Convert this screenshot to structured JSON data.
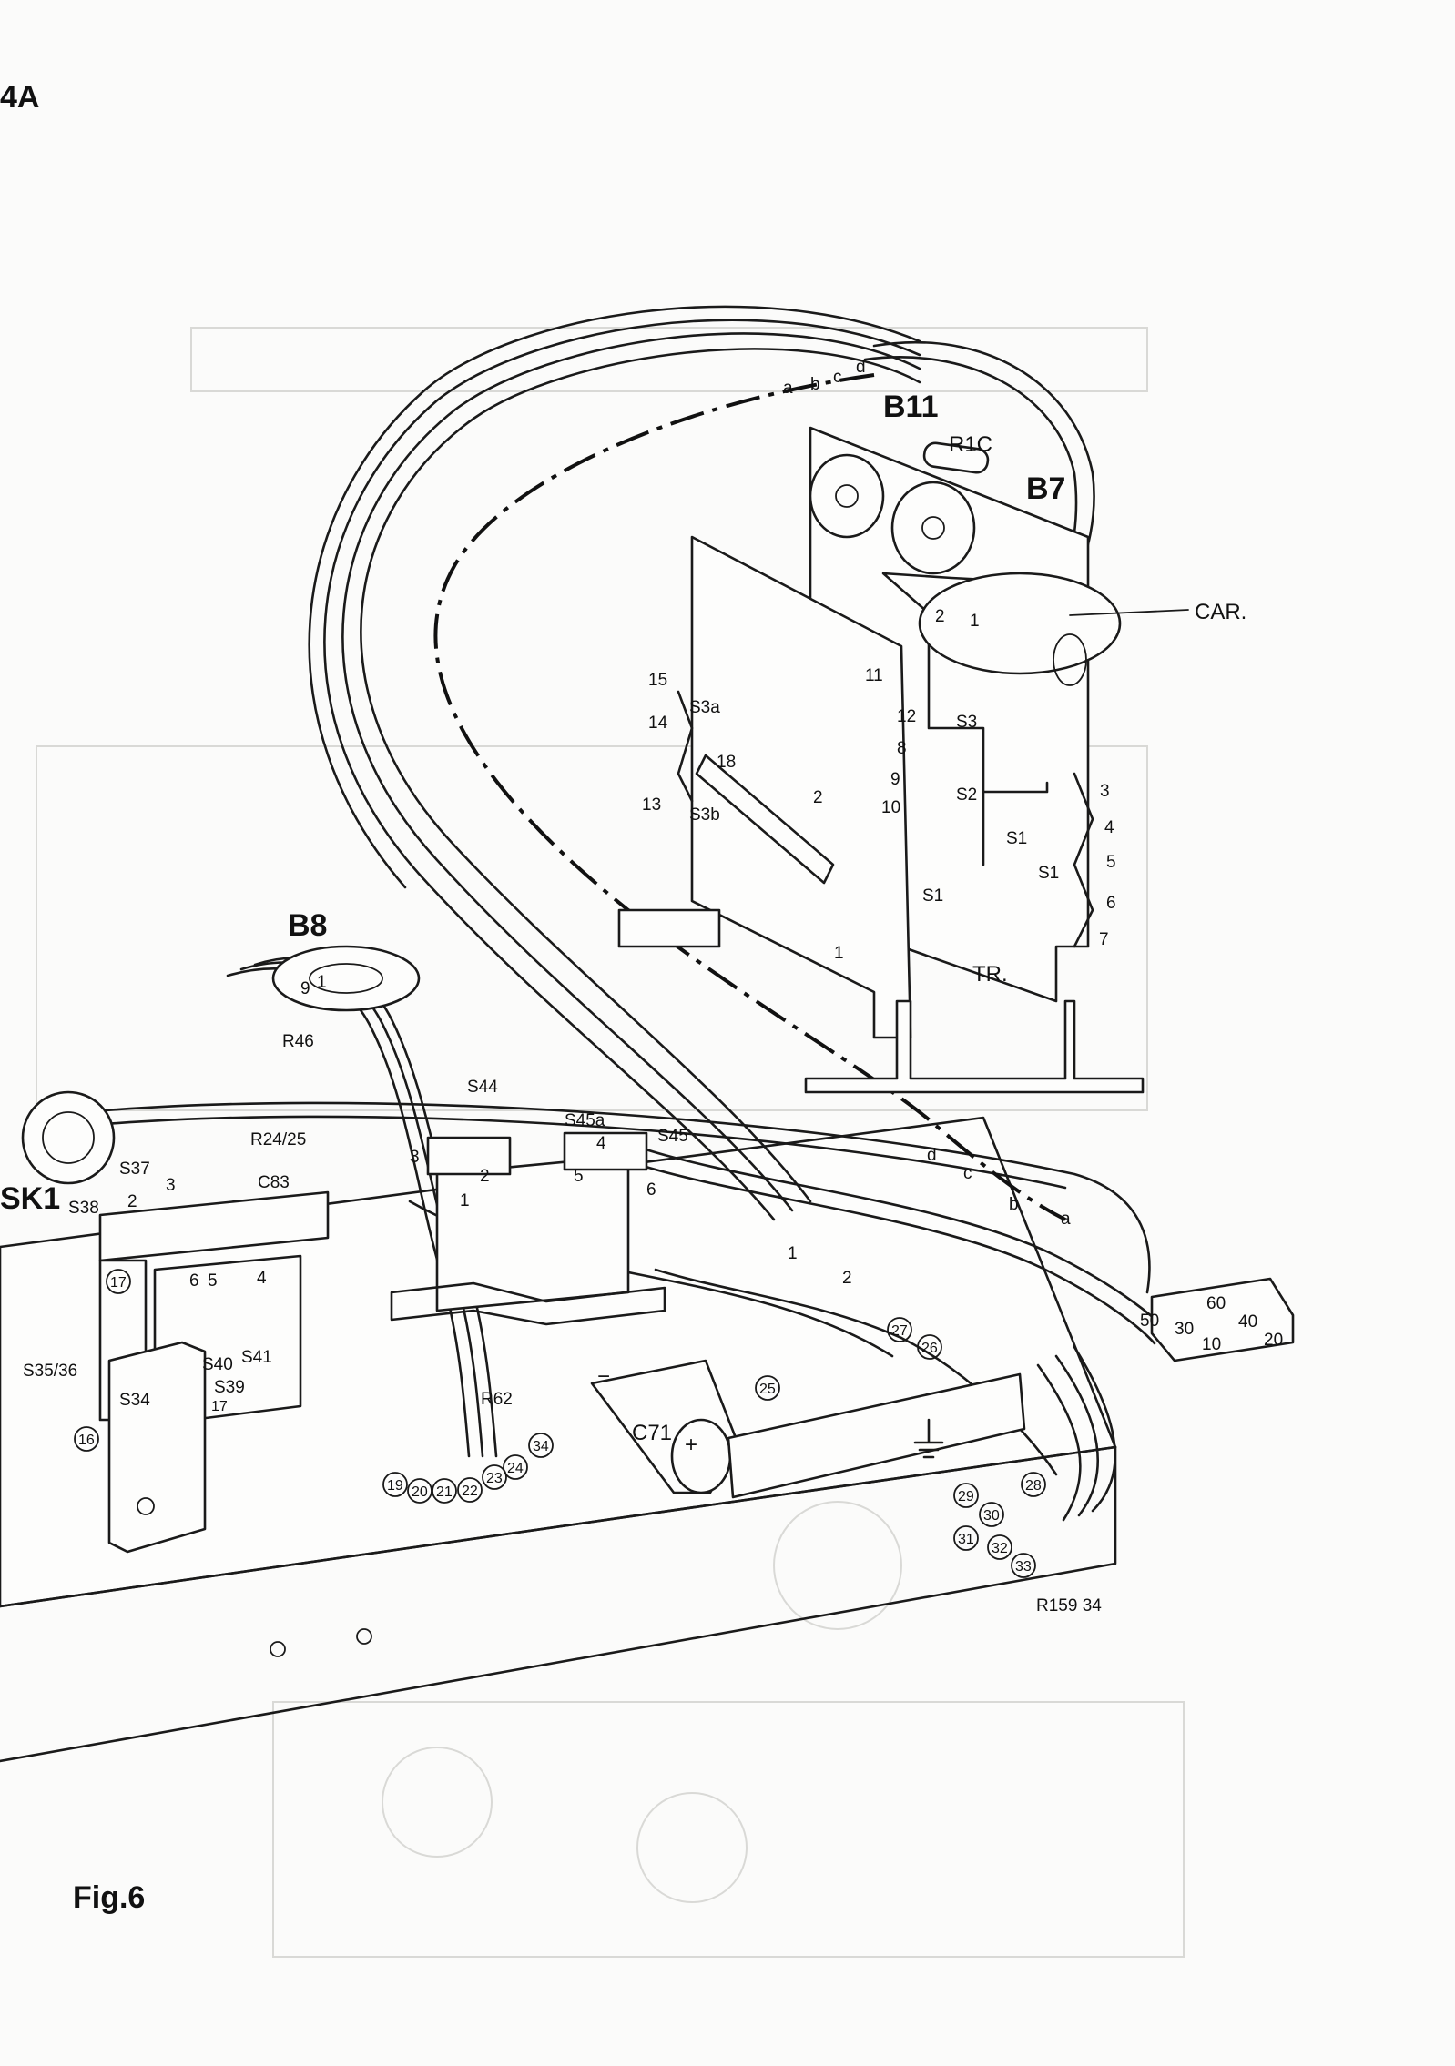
{
  "page": {
    "corner_label": "4A",
    "figure_label": "Fig.6",
    "drawing_ref": "R159 34"
  },
  "components": {
    "tubes": [
      "B11",
      "B7",
      "B8"
    ],
    "resistors": [
      "R1C",
      "R46",
      "R24/25",
      "R62"
    ],
    "transformer": "TR.",
    "cartridge": "CAR.",
    "capacitors": [
      "C83",
      "C71"
    ],
    "socket": "SK1",
    "switches": [
      "S3a",
      "S3b",
      "S3",
      "S2",
      "S1",
      "S1",
      "S1",
      "S44",
      "S45a",
      "S45",
      "S37",
      "S38",
      "S35/36",
      "S34",
      "S40",
      "S41",
      "S39"
    ]
  },
  "wire_letters": {
    "top": [
      "a",
      "b",
      "c",
      "d"
    ],
    "bottom": [
      "d",
      "c",
      "b",
      "a"
    ]
  },
  "terminal_numbers": {
    "switch_block_left": [
      "15",
      "14",
      "13",
      "18"
    ],
    "switch_block_right": [
      "11",
      "12",
      "8",
      "9",
      "10",
      "2",
      "1"
    ],
    "switch_s1_right": [
      "3",
      "4",
      "5",
      "6",
      "7"
    ],
    "cartridge": [
      "2",
      "1"
    ],
    "b8": [
      "9",
      "1"
    ],
    "s44_block": [
      "3",
      "2",
      "1"
    ],
    "s45_block": [
      "4",
      "5",
      "6"
    ],
    "s37_block": [
      "2",
      "3"
    ],
    "s39_block": [
      "6",
      "5",
      "4",
      "17"
    ],
    "tag_strip": [
      "1",
      "2"
    ],
    "connector": [
      "50",
      "60",
      "40",
      "30",
      "10",
      "20"
    ]
  },
  "circled_numbers": [
    "17",
    "16",
    "19",
    "20",
    "21",
    "22",
    "23",
    "24",
    "34",
    "25",
    "26",
    "27",
    "28",
    "29",
    "30",
    "31",
    "32",
    "33"
  ],
  "symbols": {
    "plus": "+",
    "minus": "−"
  }
}
